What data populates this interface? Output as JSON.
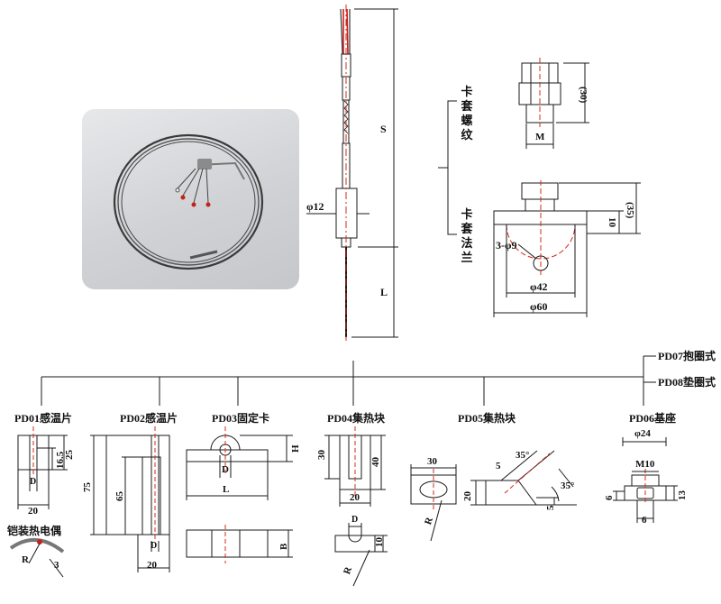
{
  "labels": {
    "fitting_nut": "卡套螺纹",
    "fitting_flange": "卡套法兰",
    "pd07": "PD07抱圈式",
    "pd08": "PD08垫圈式",
    "pd01": "PD01感温片",
    "pd02": "PD02感温片",
    "pd03": "PD03固定卡",
    "pd04": "PD04集热块",
    "pd05": "PD05集热块",
    "pd06": "PD06基座",
    "sheathed": "铠装热电偶"
  },
  "dims": {
    "phi12": "φ12",
    "S": "S",
    "L": "L",
    "d30": "(30)",
    "M": "M",
    "d35": "(35)",
    "d10": "10",
    "holes": "3-φ9",
    "phi42": "φ42",
    "phi60": "φ60",
    "pd01_D": "D",
    "pd01_16_5": "16.5",
    "pd01_25": "25",
    "pd01_20": "20",
    "pd02_75": "75",
    "pd02_65": "65",
    "pd02_D": "D",
    "pd02_20": "20",
    "pd03_H": "H",
    "pd03_D": "D",
    "pd03_L": "L",
    "pd03_B": "B",
    "pd04_30": "30",
    "pd04_40": "40",
    "pd04_20": "20",
    "pd04_D": "D",
    "pd04_10": "10",
    "pd04_R": "R",
    "pd05_30": "30",
    "pd05_R": "R",
    "pd05_5a": "5",
    "pd05_35a": "35°",
    "pd05_20": "20",
    "pd05_5b": "5",
    "pd05_35b": "35°",
    "pd06_phi24": "φ24",
    "pd06_M10": "M10",
    "pd06_6a": "6",
    "pd06_13": "13",
    "pd06_6b": "6",
    "tc_R": "R",
    "tc_3": "3"
  },
  "colors": {
    "line": "#1a1a1a",
    "centerline": "#d42a1a",
    "wire_red": "#c8201a",
    "photo_bg": "#d6d7d9"
  }
}
